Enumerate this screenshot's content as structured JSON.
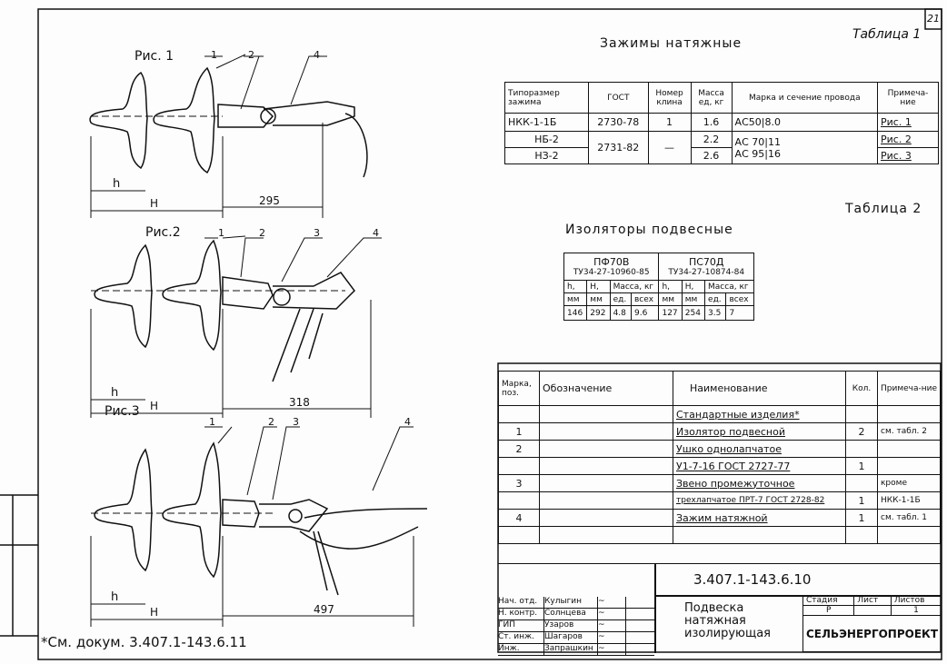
{
  "sheet_number": "21",
  "figures": [
    {
      "label": "Рис. 1",
      "callouts": [
        "1",
        "2",
        "4"
      ],
      "dim_h": "h",
      "dim_H": "H",
      "dim_len": "295"
    },
    {
      "label": "Рис.2",
      "callouts": [
        "1",
        "2",
        "3",
        "4"
      ],
      "dim_h": "h",
      "dim_H": "H",
      "dim_len": "318"
    },
    {
      "label": "Рис.3",
      "callouts": [
        "1",
        "2",
        "3",
        "4"
      ],
      "dim_h": "h",
      "dim_H": "H",
      "dim_len": "497"
    }
  ],
  "footnote": "*См. докум. 3.407.1-143.6.11",
  "table1": {
    "caption": "Таблица 1",
    "title": "Зажимы натяжные",
    "headers": [
      "Типоразмер зажима",
      "ГОСТ",
      "Номер клина",
      "Масса ед, кг",
      "Марка и сечение провода",
      "Примеча-ние"
    ],
    "rows": [
      [
        "НКК-1-1Б",
        "2730-78",
        "1",
        "1.6",
        "АС50|8.0",
        "Рис. 1"
      ],
      [
        "НБ-2",
        "2731-82",
        "—",
        "2.2",
        "АС 70|11",
        "Рис. 2"
      ],
      [
        "НЗ-2",
        "",
        "",
        "2.6",
        "АС 95|16",
        "Рис. 3"
      ]
    ]
  },
  "table2": {
    "caption": "Таблица 2",
    "title": "Изоляторы подвесные",
    "groups": [
      {
        "name": "ПФ70В",
        "spec": "ТУ34-27-10960-85"
      },
      {
        "name": "ПС70Д",
        "spec": "ТУ34-27-10874-84"
      }
    ],
    "subheaders": [
      "h,",
      "H,",
      "Масса, кг",
      "h,",
      "H,",
      "Масса, кг"
    ],
    "units": [
      "мм",
      "мм",
      "ед.",
      "всех",
      "мм",
      "мм",
      "ед.",
      "всех"
    ],
    "values": [
      "146",
      "292",
      "4.8",
      "9.6",
      "127",
      "254",
      "3.5",
      "7"
    ]
  },
  "spec": {
    "headers": [
      "Марка, поз.",
      "Обозначение",
      "Наименование",
      "Кол.",
      "Примеча-ние"
    ],
    "rows": [
      [
        "",
        "",
        "Стандартные изделия*",
        "",
        ""
      ],
      [
        "1",
        "",
        "Изолятор подвесной",
        "2",
        "см. табл. 2"
      ],
      [
        "2",
        "",
        "Ушко однолапчатое",
        "",
        ""
      ],
      [
        "",
        "",
        "У1-7-16 ГОСТ 2727-77",
        "1",
        ""
      ],
      [
        "3",
        "",
        "Звено промежуточное",
        "",
        "кроме"
      ],
      [
        "",
        "",
        "трехлапчатое ПРТ-7 ГОСТ 2728-82",
        "1",
        "НКК-1-1Б"
      ],
      [
        "4",
        "",
        "Зажим натяжной",
        "1",
        "см. табл. 1"
      ],
      [
        "",
        "",
        "",
        "",
        ""
      ]
    ]
  },
  "title_block": {
    "doc_code": "3.407.1-143.6.10",
    "roles": [
      "Нач. отд.",
      "Н. контр.",
      "ГИП",
      "Ст. инж.",
      "Инж."
    ],
    "names": [
      "Кулыгин",
      "Солнцева",
      "Узаров",
      "Шагаров",
      "Запрашкин"
    ],
    "title": [
      "Подвеска",
      "натяжная",
      "изолирующая"
    ],
    "stage_label": "Стадия",
    "sheet_label": "Лист",
    "sheets_label": "Листов",
    "stage": "Р",
    "sheet": "",
    "sheets": "1",
    "org": "СЕЛЬЭНЕРГОПРОЕКТ"
  }
}
